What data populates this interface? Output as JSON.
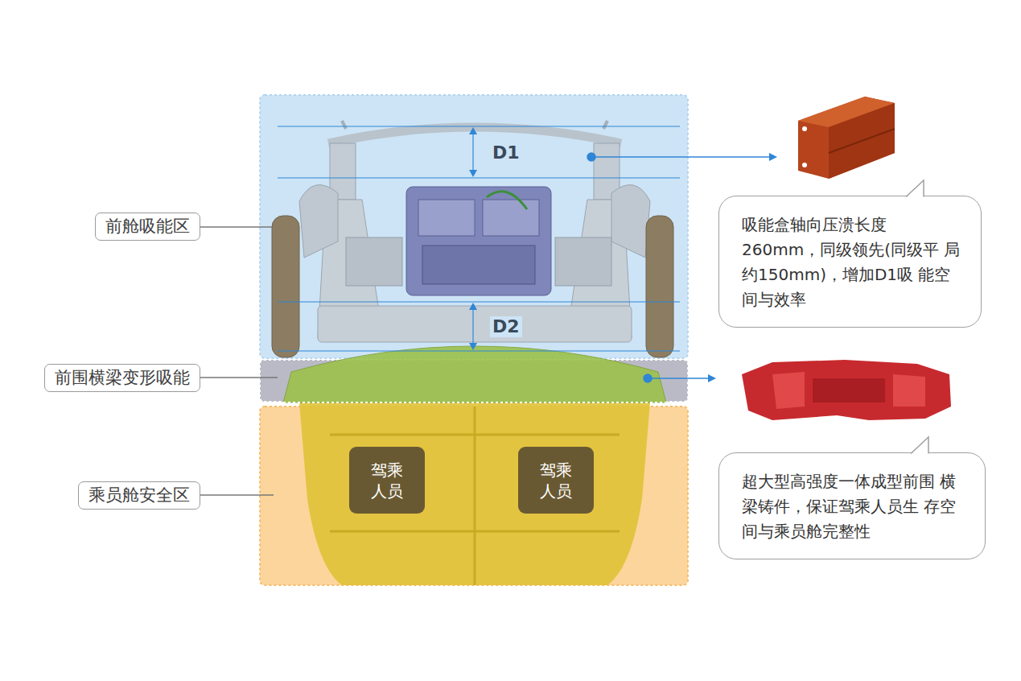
{
  "diagram": {
    "nodes": [
      {
        "text": [
          "前舱吸能区"
        ]
      },
      {
        "text": [
          "前围横梁变形吸能"
        ]
      },
      {
        "text": [
          "乘员舱安全区"
        ]
      },
      {
        "text": [
          "驾乘 人员"
        ]
      },
      {
        "text": [
          "驾乘 人员"
        ]
      },
      {
        "text": [
          "吸能盒轴向压溃长度 260mm，同级领先(同级平 局约150mm)，增加D1吸 能空间与效率"
        ]
      },
      {
        "text": [
          "超大型高强度一体成型前围 横梁铸件，保证驾乘人员生 存空间与乘员舱完整性"
        ]
      }
    ],
    "labels": [
      "D1",
      "D2"
    ]
  }
}
